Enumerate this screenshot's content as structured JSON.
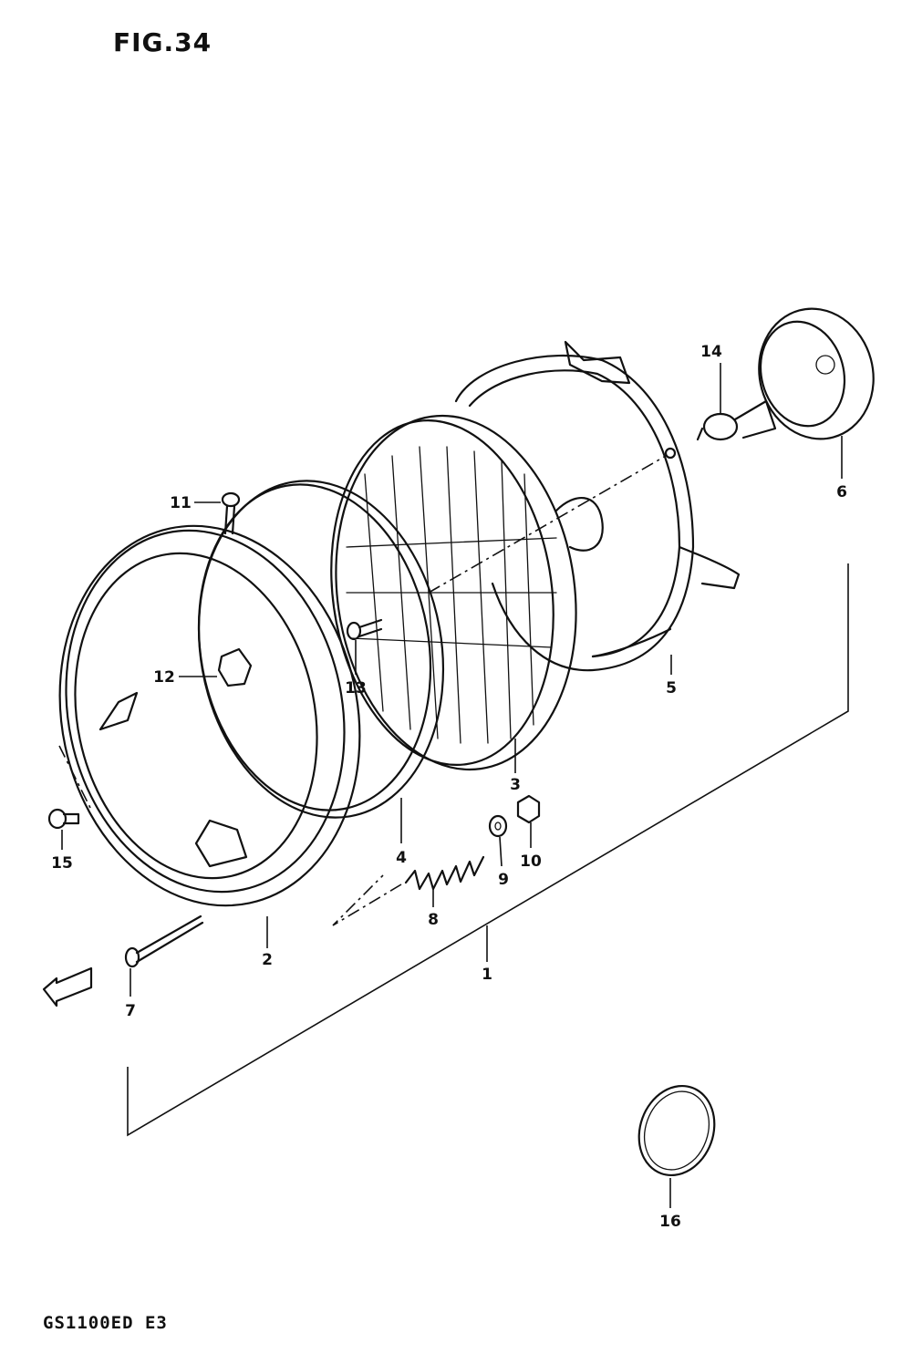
{
  "figure": {
    "title": "FIG.34",
    "model_code": "GS1100ED E3"
  },
  "direction_marker": "FWD",
  "callouts": [
    "1",
    "2",
    "3",
    "4",
    "5",
    "6",
    "7",
    "8",
    "9",
    "10",
    "11",
    "12",
    "13",
    "14",
    "15",
    "16"
  ]
}
